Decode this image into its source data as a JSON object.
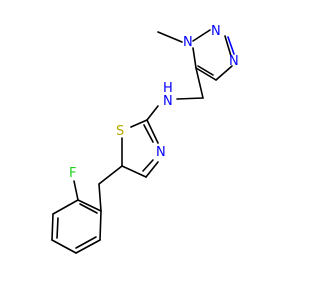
{
  "molecule": {
    "atoms": {
      "F": "F",
      "S": "S",
      "N_thiazole": "N",
      "NH": "H",
      "NH_N": "N",
      "N_triazole_1": "N",
      "N_triazole_2": "N",
      "N_triazole_3": "N"
    }
  },
  "colors": {
    "bond": "#000000",
    "nitrogen": "#0000ff",
    "sulfur": "#b8a800",
    "fluorine": "#1fd01f",
    "text_default": "#000000"
  }
}
